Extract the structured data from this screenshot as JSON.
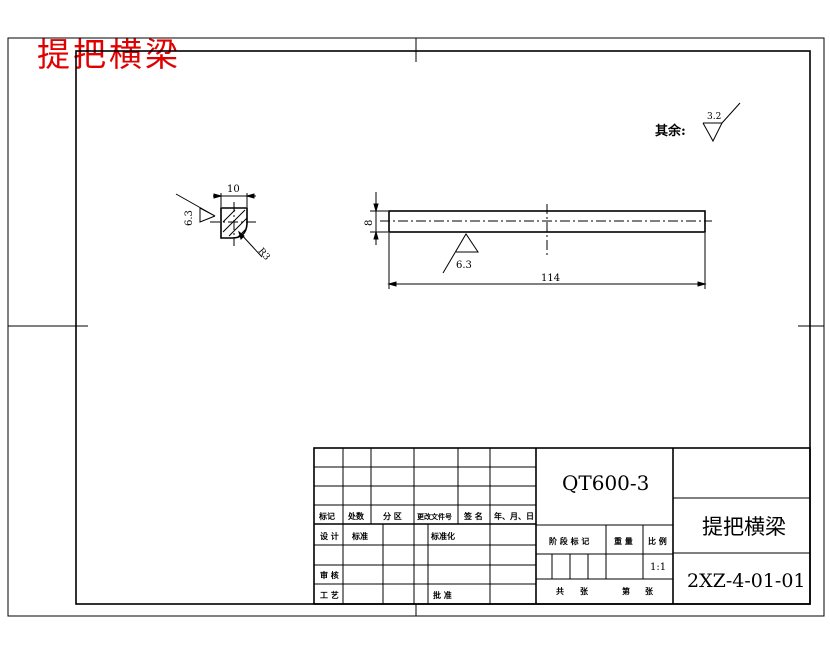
{
  "watermark_title": "提把横梁",
  "roughness_note": {
    "label": "其余:",
    "value": "3.2"
  },
  "part_view": {
    "thickness_label": "8",
    "length_label": "114",
    "roughness_label": "6.3"
  },
  "section_view": {
    "width_label": "10",
    "roughness_label": "6.3",
    "chamfer_label": "R3"
  },
  "title_block": {
    "material": "QT600-3",
    "part_name": "提把横梁",
    "drawing_number": "2XZ-4-01-01",
    "scale": "1:1",
    "revision_headers": [
      "标记",
      "处数",
      "分 区",
      "更改文件号",
      "签 名",
      "年、月、日"
    ],
    "role_design": "设 计",
    "role_standardize_left": "标准",
    "role_standardize": "标准化",
    "role_review": "审 核",
    "role_process": "工 艺",
    "role_approve": "批 准",
    "stage_label": "阶 段 标 记",
    "weight_label": "重 量",
    "scale_label": "比 例",
    "sheets_total_a": "共",
    "sheets_total_b": "张",
    "sheet_no_a": "第",
    "sheet_no_b": "张"
  }
}
